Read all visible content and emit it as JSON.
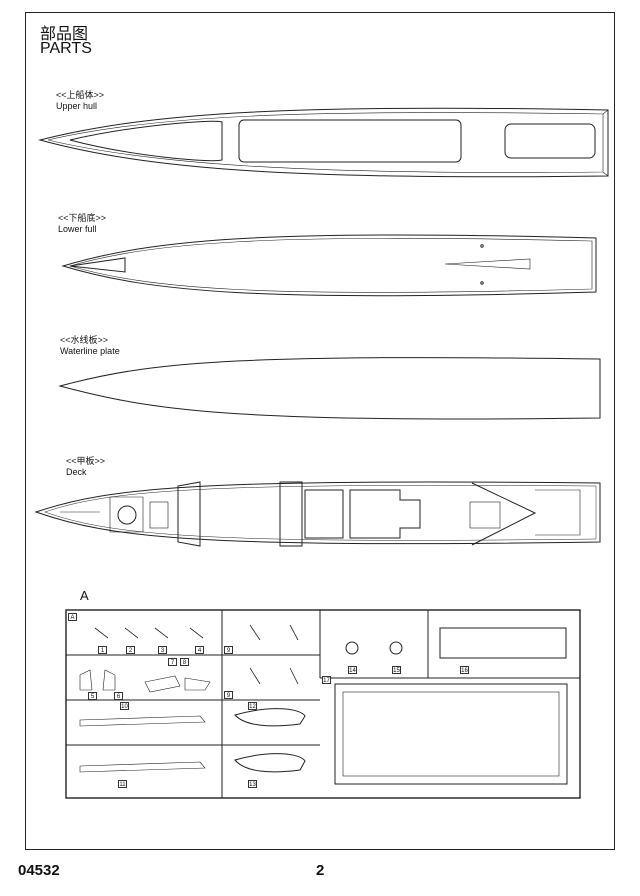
{
  "title": {
    "cn": "部品图",
    "en": "PARTS"
  },
  "parts": [
    {
      "cn": "<<上船体>>",
      "en": "Upper hull"
    },
    {
      "cn": "<<下船底>>",
      "en": "Lower full"
    },
    {
      "cn": "<<水线板>>",
      "en": "Waterline plate"
    },
    {
      "cn": "<<甲板>>",
      "en": "Deck"
    }
  ],
  "sprue": {
    "letter": "A",
    "frame_tag": "A",
    "part_numbers": [
      "1",
      "2",
      "3",
      "4",
      "5",
      "6",
      "7",
      "8",
      "9",
      "9",
      "10",
      "11",
      "12",
      "13",
      "14",
      "15",
      "16",
      "17"
    ]
  },
  "footer": {
    "code": "04532",
    "page": "2"
  }
}
